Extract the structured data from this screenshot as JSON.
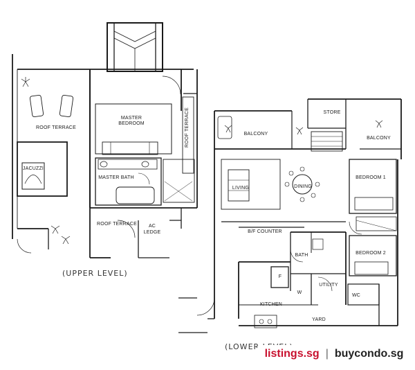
{
  "rooms": {
    "roof_terrace_left": "ROOF TERRACE",
    "master_bedroom_1": "MASTER",
    "master_bedroom_2": "BEDROOM",
    "roof_terrace_vertical": "ROOF TERRACE",
    "jacuzzi": "JACUZZI",
    "master_bath": "MASTER BATH",
    "roof_terrace_bottom": "ROOF TERRACE",
    "ac_ledge_1": "AC",
    "ac_ledge_2": "LEDGE",
    "balcony_left": "BALCONY",
    "store": "STORE",
    "balcony_right": "BALCONY",
    "living": "LIVING",
    "dining": "DINING",
    "bedroom_1": "BEDROOM 1",
    "bf_counter": "B/F COUNTER",
    "bath": "BATH",
    "bedroom_2": "BEDROOM 2",
    "f": "F",
    "utility": "UTILITY",
    "w": "W",
    "wc": "WC",
    "kitchen": "KITCHEN",
    "yard": "YARD"
  },
  "levels": {
    "upper": "(UPPER LEVEL)",
    "lower": "(LOWER LEVEL)"
  },
  "watermark": {
    "site_a": "listings.sg",
    "separator": "|",
    "site_b": "buycondo.sg"
  },
  "colors": {
    "wall": "#1a1a1a",
    "brand_red": "#c8102e"
  }
}
